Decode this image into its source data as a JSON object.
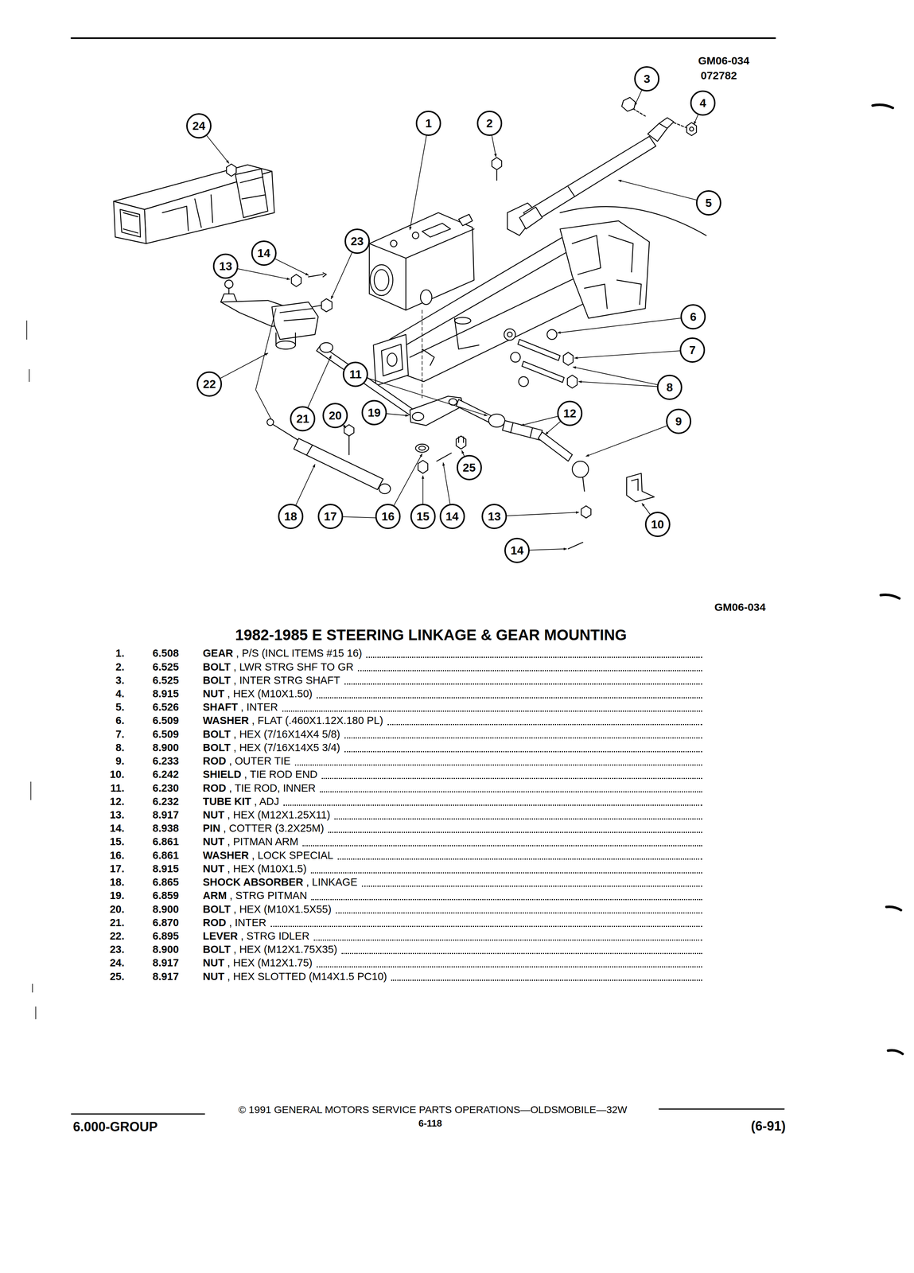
{
  "diagram": {
    "title": "1982-1985 E STEERING LINKAGE & GEAR MOUNTING",
    "nodes": [
      {
        "text": [
          "3"
        ]
      },
      {
        "text": [
          "4"
        ]
      },
      {
        "text": [
          "24"
        ]
      },
      {
        "text": [
          "1"
        ]
      },
      {
        "text": [
          "2"
        ]
      },
      {
        "text": [
          "5"
        ]
      },
      {
        "text": [
          "23"
        ]
      },
      {
        "text": [
          "14"
        ]
      },
      {
        "text": [
          "13"
        ]
      },
      {
        "text": [
          "6"
        ]
      },
      {
        "text": [
          "7"
        ]
      },
      {
        "text": [
          "8"
        ]
      },
      {
        "text": [
          "11"
        ]
      },
      {
        "text": [
          "22"
        ]
      },
      {
        "text": [
          "19"
        ]
      },
      {
        "text": [
          "20"
        ]
      },
      {
        "text": [
          "21"
        ]
      },
      {
        "text": [
          "12"
        ]
      },
      {
        "text": [
          "9"
        ]
      },
      {
        "text": [
          "25"
        ]
      },
      {
        "text": [
          "18"
        ]
      },
      {
        "text": [
          "17"
        ]
      },
      {
        "text": [
          "16"
        ]
      },
      {
        "text": [
          "15"
        ]
      },
      {
        "text": [
          "14"
        ]
      },
      {
        "text": [
          "13"
        ]
      },
      {
        "text": [
          "10"
        ]
      },
      {
        "text": [
          "14"
        ]
      }
    ],
    "labels": [
      "GM06-034",
      "072782",
      "GM06-034",
      "1.",
      "6.508",
      "GEAR",
      ", P/S (INCL ITEMS #15 16)",
      "2.",
      "6.525",
      "BOLT",
      ", LWR STRG SHF TO GR",
      "3.",
      "6.525",
      "BOLT",
      ", INTER STRG SHAFT",
      "4.",
      "8.915",
      "NUT",
      ", HEX (M10X1.50)",
      "5.",
      "6.526",
      "SHAFT",
      ", INTER",
      "6.",
      "6.509",
      "WASHER",
      ", FLAT (.460X1.12X.180 PL)",
      "7.",
      "6.509",
      "BOLT",
      ", HEX (7/16X14X4 5/8)",
      "8.",
      "8.900",
      "BOLT",
      ", HEX (7/16X14X5 3/4)",
      "9.",
      "6.233",
      "ROD",
      ", OUTER TIE",
      "10.",
      "6.242",
      "SHIELD",
      ", TIE ROD END",
      "11.",
      "6.230",
      "ROD",
      ", TIE ROD, INNER",
      "12.",
      "6.232",
      "TUBE KIT",
      ", ADJ",
      "13.",
      "8.917",
      "NUT",
      ", HEX (M12X1.25X11)",
      "14.",
      "8.938",
      "PIN",
      ", COTTER (3.2X25M)",
      "15.",
      "6.861",
      "NUT",
      ", PITMAN ARM",
      "16.",
      "6.861",
      "WASHER",
      ", LOCK SPECIAL",
      "17.",
      "8.915",
      "NUT",
      ", HEX (M10X1.5)",
      "18.",
      "6.865",
      "SHOCK ABSORBER",
      ", LINKAGE",
      "19.",
      "6.859",
      "ARM",
      ", STRG PITMAN",
      "20.",
      "8.900",
      "BOLT",
      ", HEX (M10X1.5X55)",
      "21.",
      "6.870",
      "ROD",
      ", INTER",
      "22.",
      "6.895",
      "LEVER",
      ", STRG IDLER",
      "23.",
      "8.900",
      "BOLT",
      ", HEX (M12X1.75X35)",
      "24.",
      "8.917",
      "NUT",
      ", HEX (M12X1.75)",
      "25.",
      "8.917",
      "NUT",
      ", HEX SLOTTED (M14X1.5 PC10)",
      "© 1991 GENERAL MOTORS SERVICE PARTS OPERATIONS—OLDSMOBILE—32W",
      "6.000-GROUP",
      "6-118",
      "(6-91)"
    ]
  }
}
